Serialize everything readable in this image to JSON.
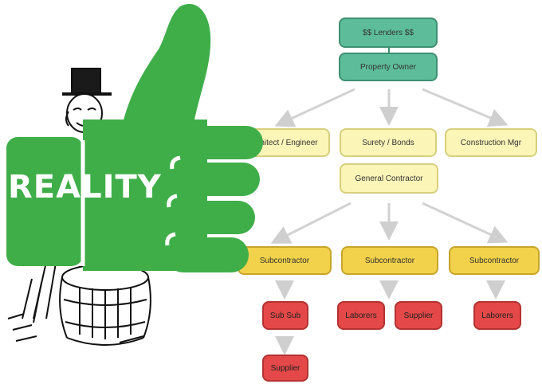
{
  "colors": {
    "top": "#5dbd9a",
    "middle": "#fbf5b8",
    "subcontractor": "#f2d24a",
    "bottom": "#e54848",
    "thumb": "#3fae49"
  },
  "illustration": {
    "label": "REALITY",
    "icons": [
      "thumbs-up-icon",
      "man-in-barrel-icon"
    ]
  },
  "diagram": {
    "lenders": "$$ Lenders $$",
    "owner": "Property Owner",
    "architect": "Architect / Engineer",
    "surety": "Surety / Bonds",
    "construction_mgr": "Construction Mgr",
    "general_contractor": "General Contractor",
    "subcontractors": [
      "Subcontractor",
      "Subcontractor",
      "Subcontractor"
    ],
    "sub_sub": "Sub Sub",
    "laborers_1": "Laborers",
    "supplier_1": "Supplier",
    "laborers_2": "Laborers",
    "supplier_2": "Supplier"
  }
}
